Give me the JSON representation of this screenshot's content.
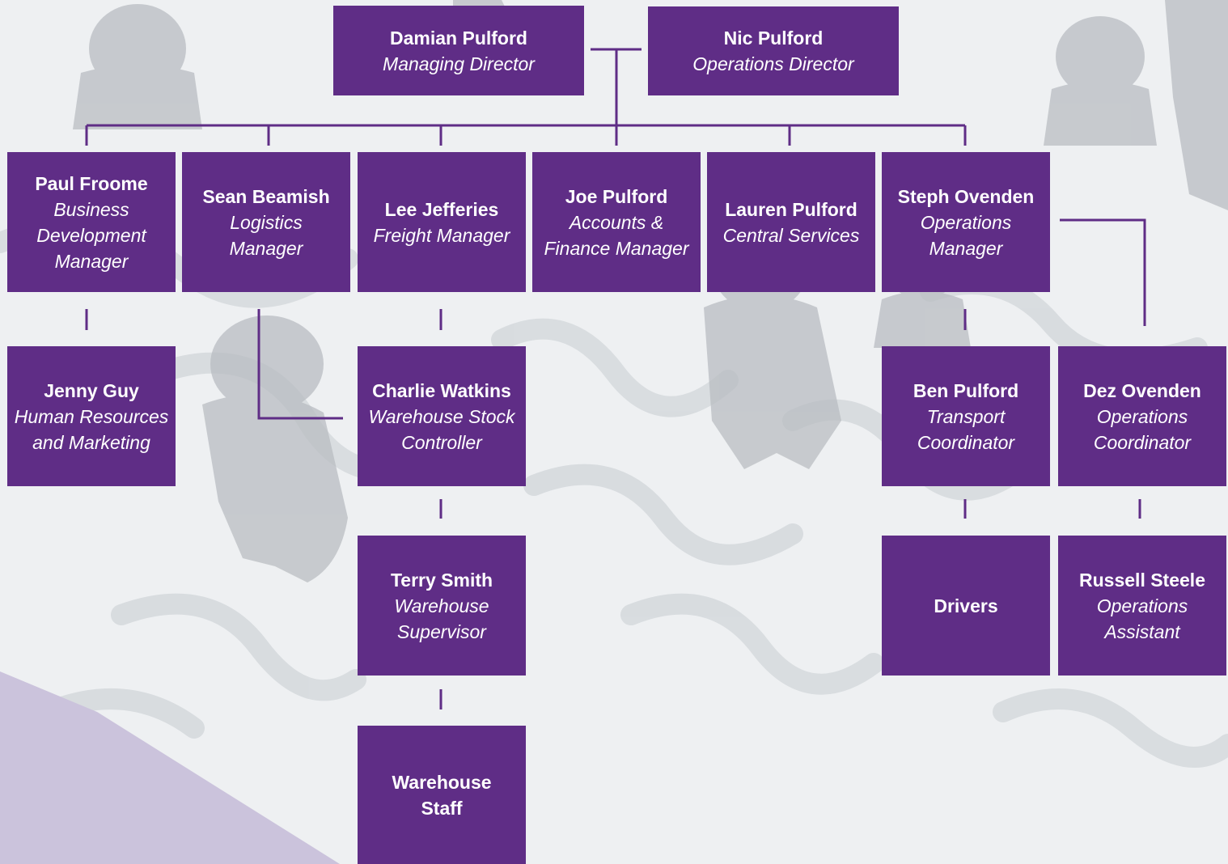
{
  "colors": {
    "box": "#5f2d86",
    "line": "#5f2d86",
    "background": "#eef0f2"
  },
  "people": {
    "damian": {
      "name": "Damian Pulford",
      "role": "Managing Director"
    },
    "nic": {
      "name": "Nic Pulford",
      "role": "Operations Director"
    },
    "paul": {
      "name": "Paul Froome",
      "role": "Business Development Manager"
    },
    "sean": {
      "name": "Sean Beamish",
      "role": "Logistics Manager"
    },
    "lee": {
      "name": "Lee Jefferies",
      "role": "Freight Manager"
    },
    "joe": {
      "name": "Joe Pulford",
      "role": "Accounts & Finance Manager"
    },
    "lauren": {
      "name": "Lauren Pulford",
      "role": "Central Services"
    },
    "steph": {
      "name": "Steph Ovenden",
      "role": "Operations Manager"
    },
    "jenny": {
      "name": "Jenny Guy",
      "role": "Human Resources and Marketing"
    },
    "charlie": {
      "name": "Charlie Watkins",
      "role": "Warehouse Stock Controller"
    },
    "ben": {
      "name": "Ben Pulford",
      "role": "Transport Coordinator"
    },
    "dez": {
      "name": "Dez Ovenden",
      "role": "Operations Coordinator"
    },
    "terry": {
      "name": "Terry Smith",
      "role": "Warehouse Supervisor"
    },
    "drivers": {
      "name": "Drivers",
      "role": ""
    },
    "russell": {
      "name": "Russell Steele",
      "role": "Operations Assistant"
    },
    "staff": {
      "name": "Warehouse Staff",
      "role": ""
    }
  }
}
